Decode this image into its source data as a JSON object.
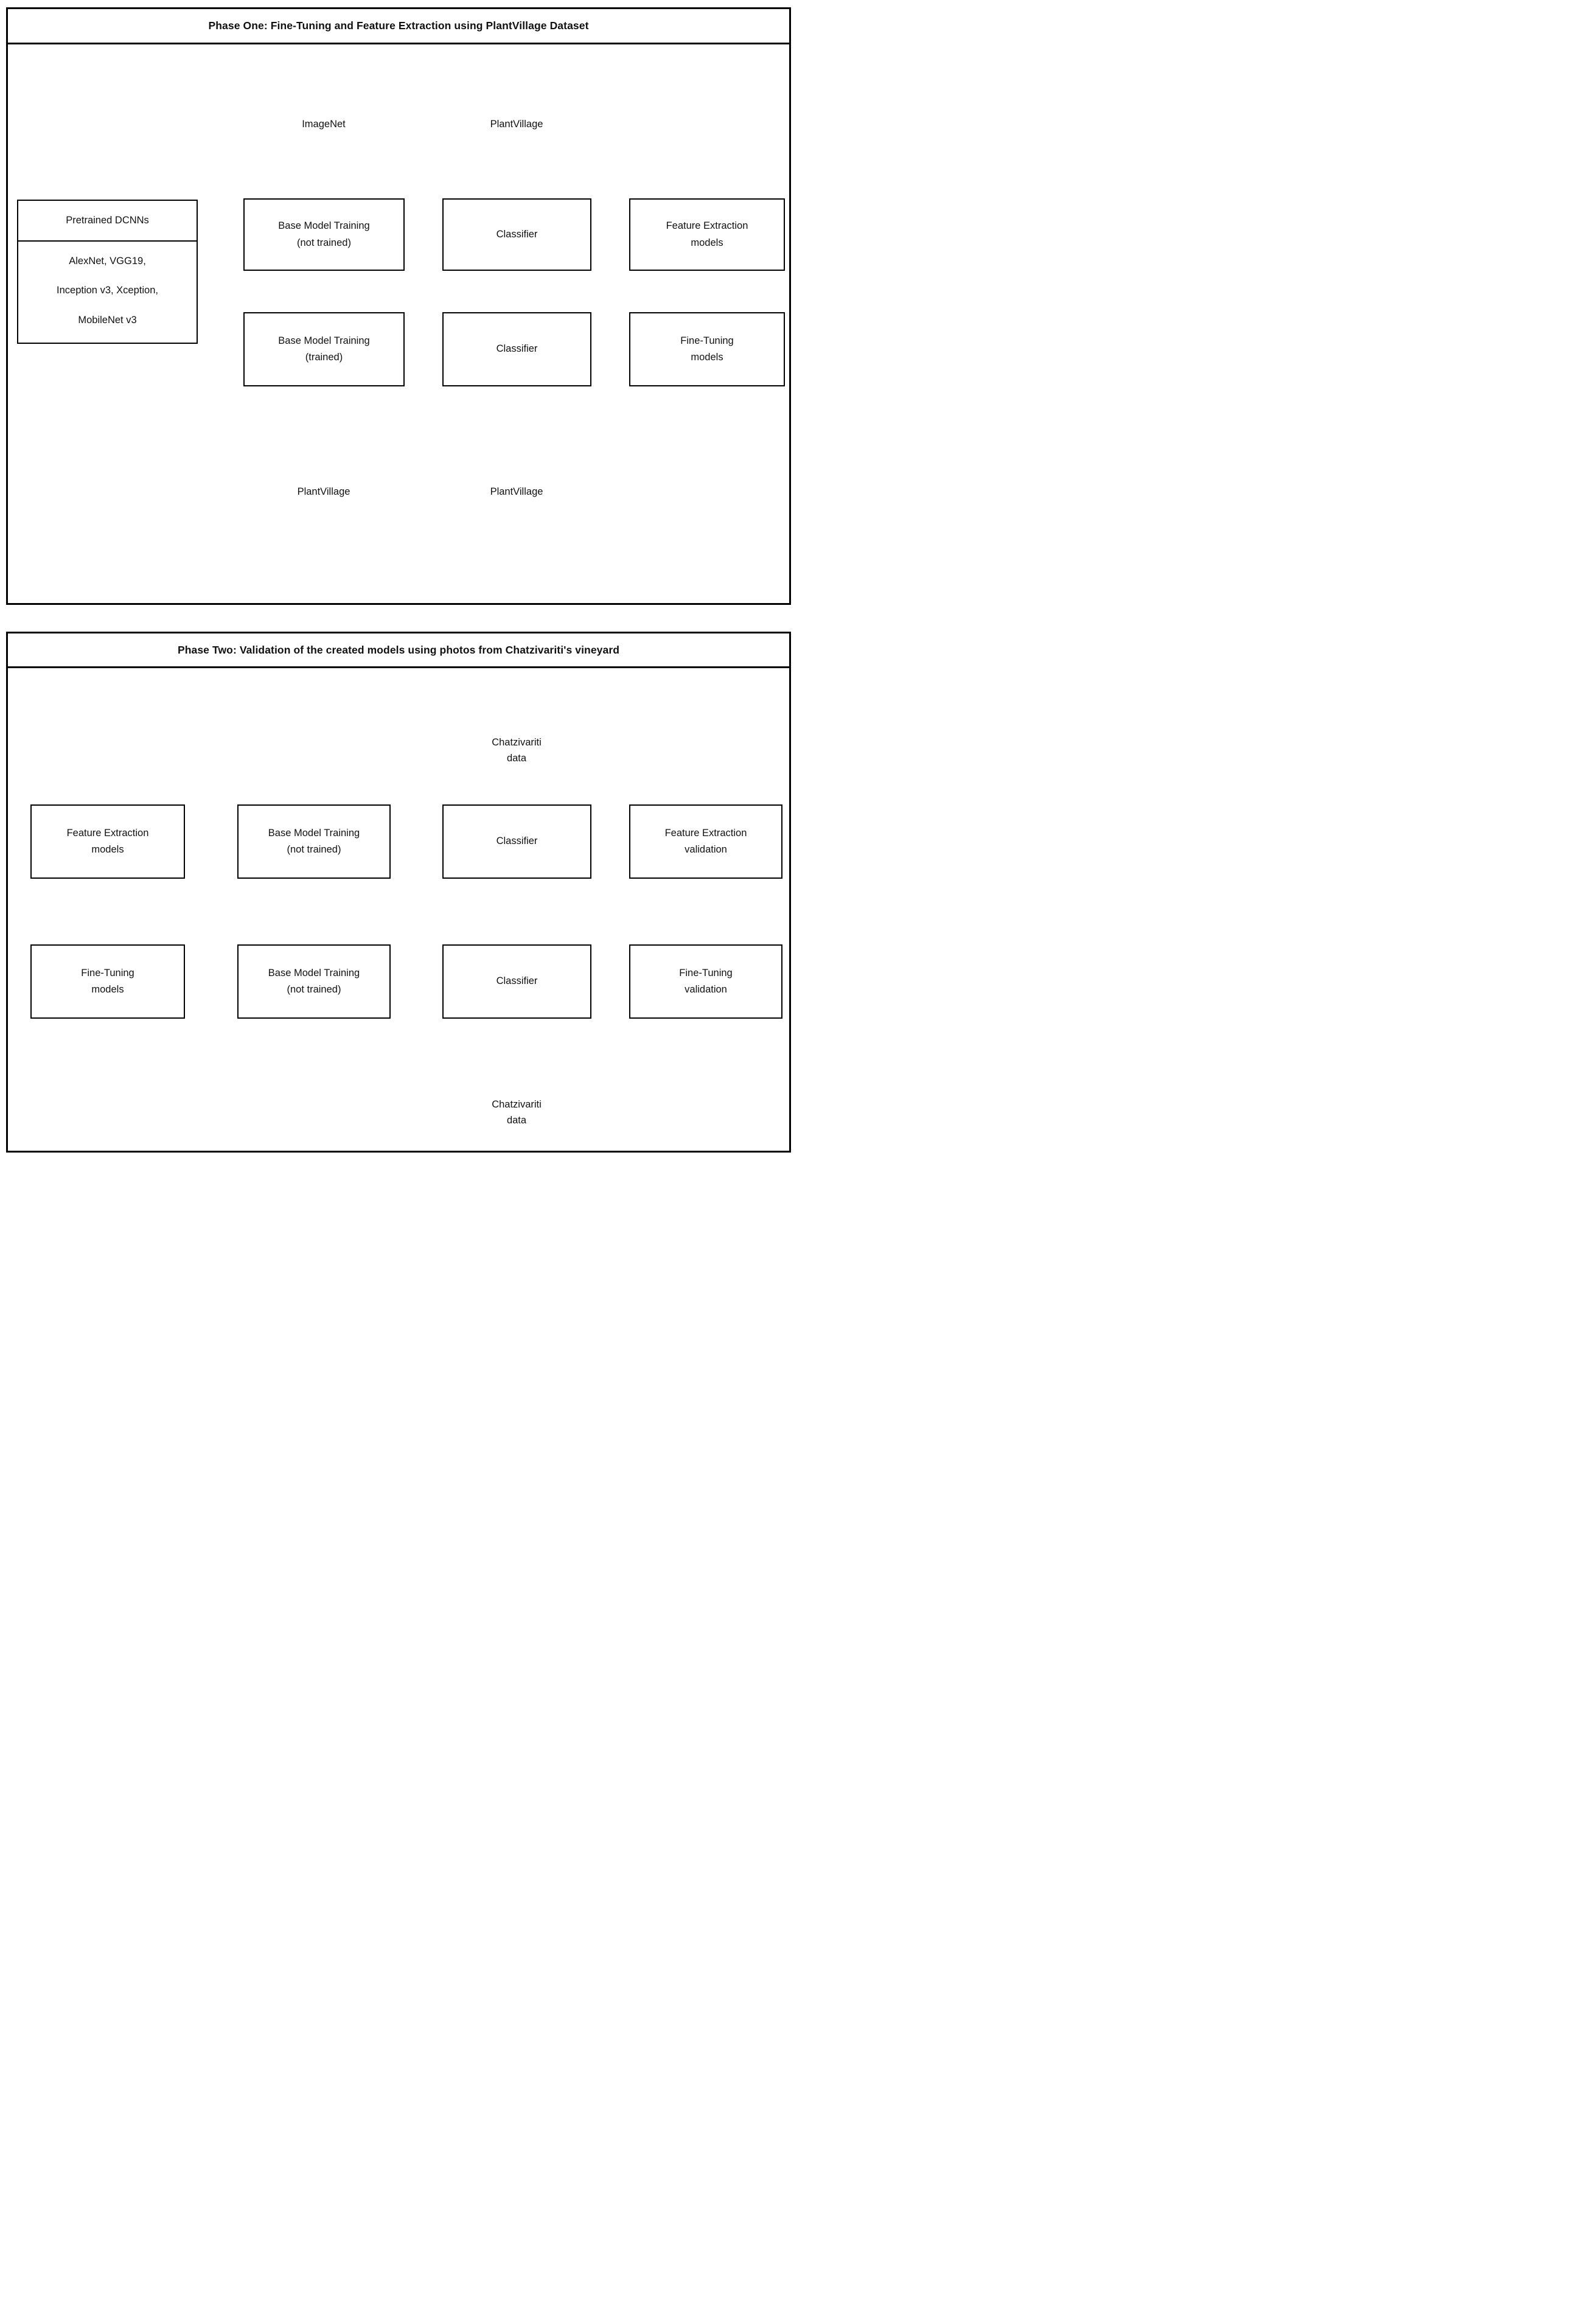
{
  "phase_one": {
    "title": "Phase One: Fine-Tuning and Feature Extraction using PlantVillage Dataset",
    "pretrained": {
      "header": "Pretrained DCNNs",
      "lines": [
        "AlexNet, VGG19,",
        "Inception v3, Xception,",
        "MobileNet v3"
      ]
    },
    "datastores": {
      "imagenet": "ImageNet",
      "plantvillage_top": "PlantVillage",
      "plantvillage_bottom_left": "PlantVillage",
      "plantvillage_bottom_right": "PlantVillage"
    },
    "nodes": {
      "bmt_not_trained": "Base Model Training\n(not trained)",
      "classifier_row1": "Classifier",
      "feature_extraction_models": "Feature Extraction\nmodels",
      "bmt_trained": "Base Model Training\n(trained)",
      "classifier_row2": "Classifier",
      "fine_tuning_models": "Fine-Tuning\nmodels"
    }
  },
  "phase_two": {
    "title": "Phase Two: Validation of the created models using photos from Chatzivariti's vineyard",
    "datastores": {
      "chatzivariti_top": "Chatzivariti\ndata",
      "chatzivariti_bottom": "Chatzivariti\ndata"
    },
    "nodes": {
      "feature_extraction_models": "Feature Extraction\nmodels",
      "bmt_not_trained_row1": "Base Model Training\n(not trained)",
      "classifier_row1": "Classifier",
      "feature_extraction_validation": "Feature Extraction\nvalidation",
      "fine_tuning_models": "Fine-Tuning\nmodels",
      "bmt_not_trained_row2": "Base Model Training\n(not trained)",
      "classifier_row2": "Classifier",
      "fine_tuning_validation": "Fine-Tuning\nvalidation"
    }
  }
}
